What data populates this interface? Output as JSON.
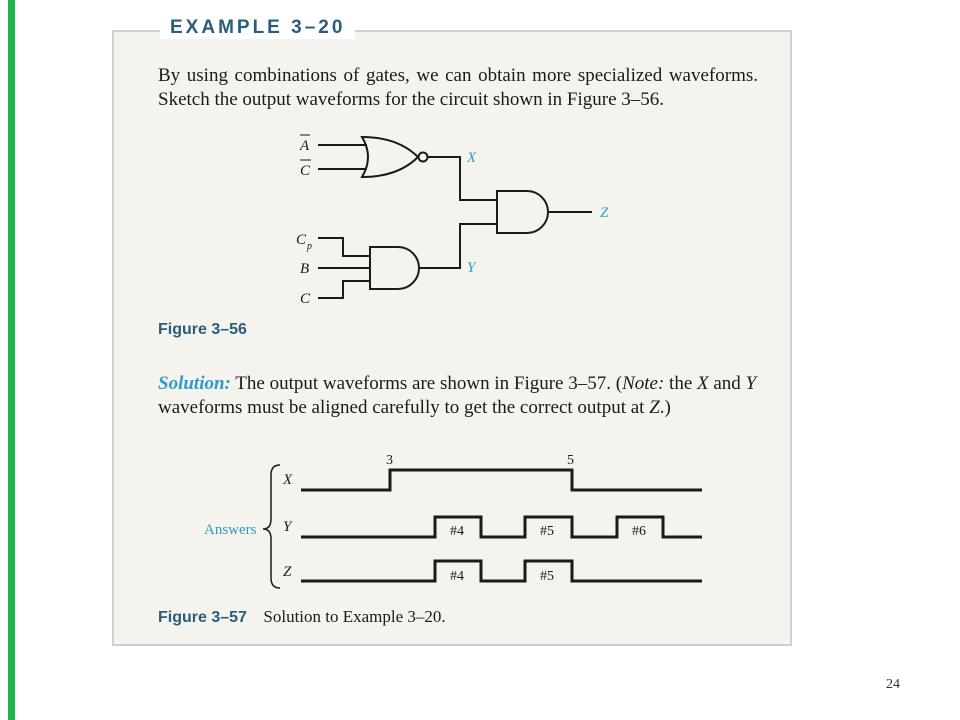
{
  "example": {
    "label": "EXAMPLE 3–20"
  },
  "problem": {
    "text": "By using combinations of gates, we can obtain more specialized waveforms. Sketch the output waveforms for the circuit shown in Figure 3–56."
  },
  "circuit": {
    "inputs_nor": [
      "A",
      "C"
    ],
    "inputs_and": [
      "C",
      "B",
      "C"
    ],
    "cp_subscript": "p",
    "outputs": {
      "x": "X",
      "y": "Y",
      "z": "Z"
    }
  },
  "figure_56": {
    "caption": "Figure 3–56"
  },
  "solution": {
    "lead": "Solution:",
    "t1": " The output waveforms are shown in Figure 3–57. (",
    "note": "Note:",
    "t2": " the ",
    "x": "X",
    "t3": " and ",
    "y": "Y",
    "t4": " waveforms must be aligned carefully to get the correct output at ",
    "z": "Z",
    "t5": ".)"
  },
  "waveforms": {
    "answers_label": "Answers",
    "rows": [
      {
        "label": "X",
        "pulses": []
      },
      {
        "label": "Y",
        "pulses": [
          "#4",
          "#5",
          "#6"
        ]
      },
      {
        "label": "Z",
        "pulses": [
          "#4",
          "#5"
        ]
      }
    ],
    "markers": [
      "3",
      "5"
    ]
  },
  "figure_57": {
    "caption": "Figure 3–57",
    "text": "Solution to Example 3–20."
  },
  "page_number": "24",
  "colors": {
    "accent": "#2d9cc8",
    "heading": "#2a5d7a",
    "green_bar": "#1fb44a"
  }
}
